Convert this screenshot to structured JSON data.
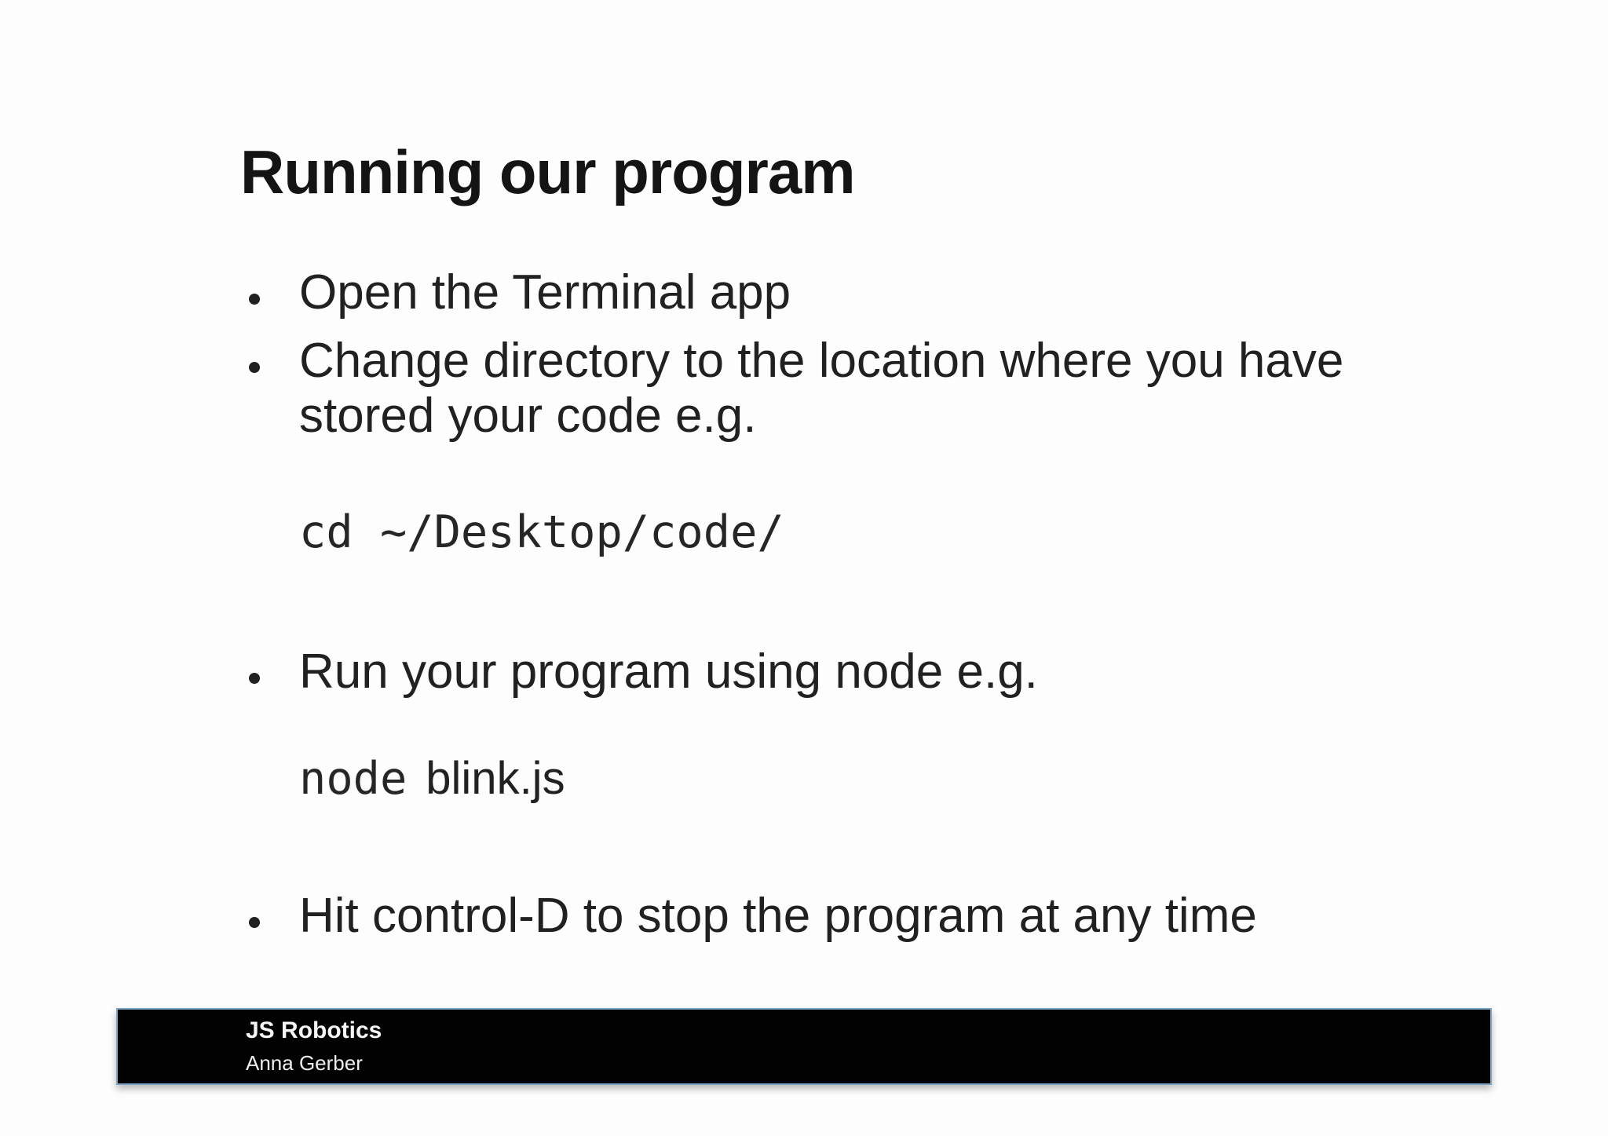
{
  "slide": {
    "title": "Running our program",
    "bullets": {
      "item1": "Open the Terminal app",
      "item2": "Change directory to the location where you have stored your code e.g.",
      "item3": "Run your program using node e.g.",
      "item4": "Hit control-D to stop the program at any time"
    },
    "code": {
      "cd_command": "cd ~/Desktop/code/",
      "run_keyword": "node",
      "run_file": "blink.js"
    }
  },
  "footer": {
    "title": "JS Robotics",
    "author": "Anna Gerber"
  },
  "colors": {
    "background": "#fdfdfd",
    "text": "#1c1c1c",
    "footer_background": "#020202",
    "footer_border": "#7ea5c8",
    "footer_text": "#ffffff"
  }
}
